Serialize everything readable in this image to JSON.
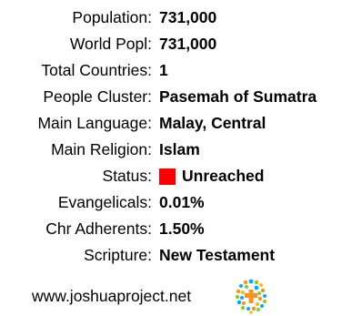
{
  "rows": [
    {
      "label": "Population:",
      "value": "731,000"
    },
    {
      "label": "World Popl:",
      "value": "731,000"
    },
    {
      "label": "Total Countries:",
      "value": "1"
    },
    {
      "label": "People Cluster:",
      "value": "Pasemah of Sumatra"
    },
    {
      "label": "Main Language:",
      "value": "Malay, Central"
    },
    {
      "label": "Main Religion:",
      "value": "Islam"
    },
    {
      "label": "Status:",
      "value": "Unreached",
      "status_color": "#ff0000"
    },
    {
      "label": "Evangelicals:",
      "value": "0.01%"
    },
    {
      "label": "Chr Adherents:",
      "value": "1.50%"
    },
    {
      "label": "Scripture:",
      "value": "New Testament"
    }
  ],
  "footer": {
    "url": "www.joshuaproject.net",
    "logo_icon": "joshua-project-dots-logo-icon",
    "logo_colors": [
      "#f7941d",
      "#00aeef",
      "#8dc63f",
      "#ed1c24",
      "#fdb913"
    ]
  }
}
